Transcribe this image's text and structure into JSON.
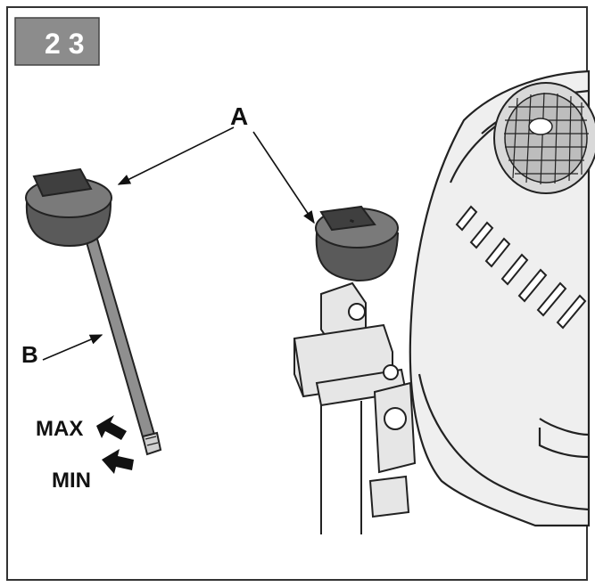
{
  "figure": {
    "number_label": "2 3",
    "callouts": {
      "a": "A",
      "b": "B",
      "max": "MAX",
      "min": "MIN"
    },
    "colors": {
      "frame": "#333333",
      "tab_fill": "#8c8c8c",
      "engine_fill": "#ececec",
      "cap_fill": "#5a5a5a",
      "line": "#222222"
    }
  }
}
